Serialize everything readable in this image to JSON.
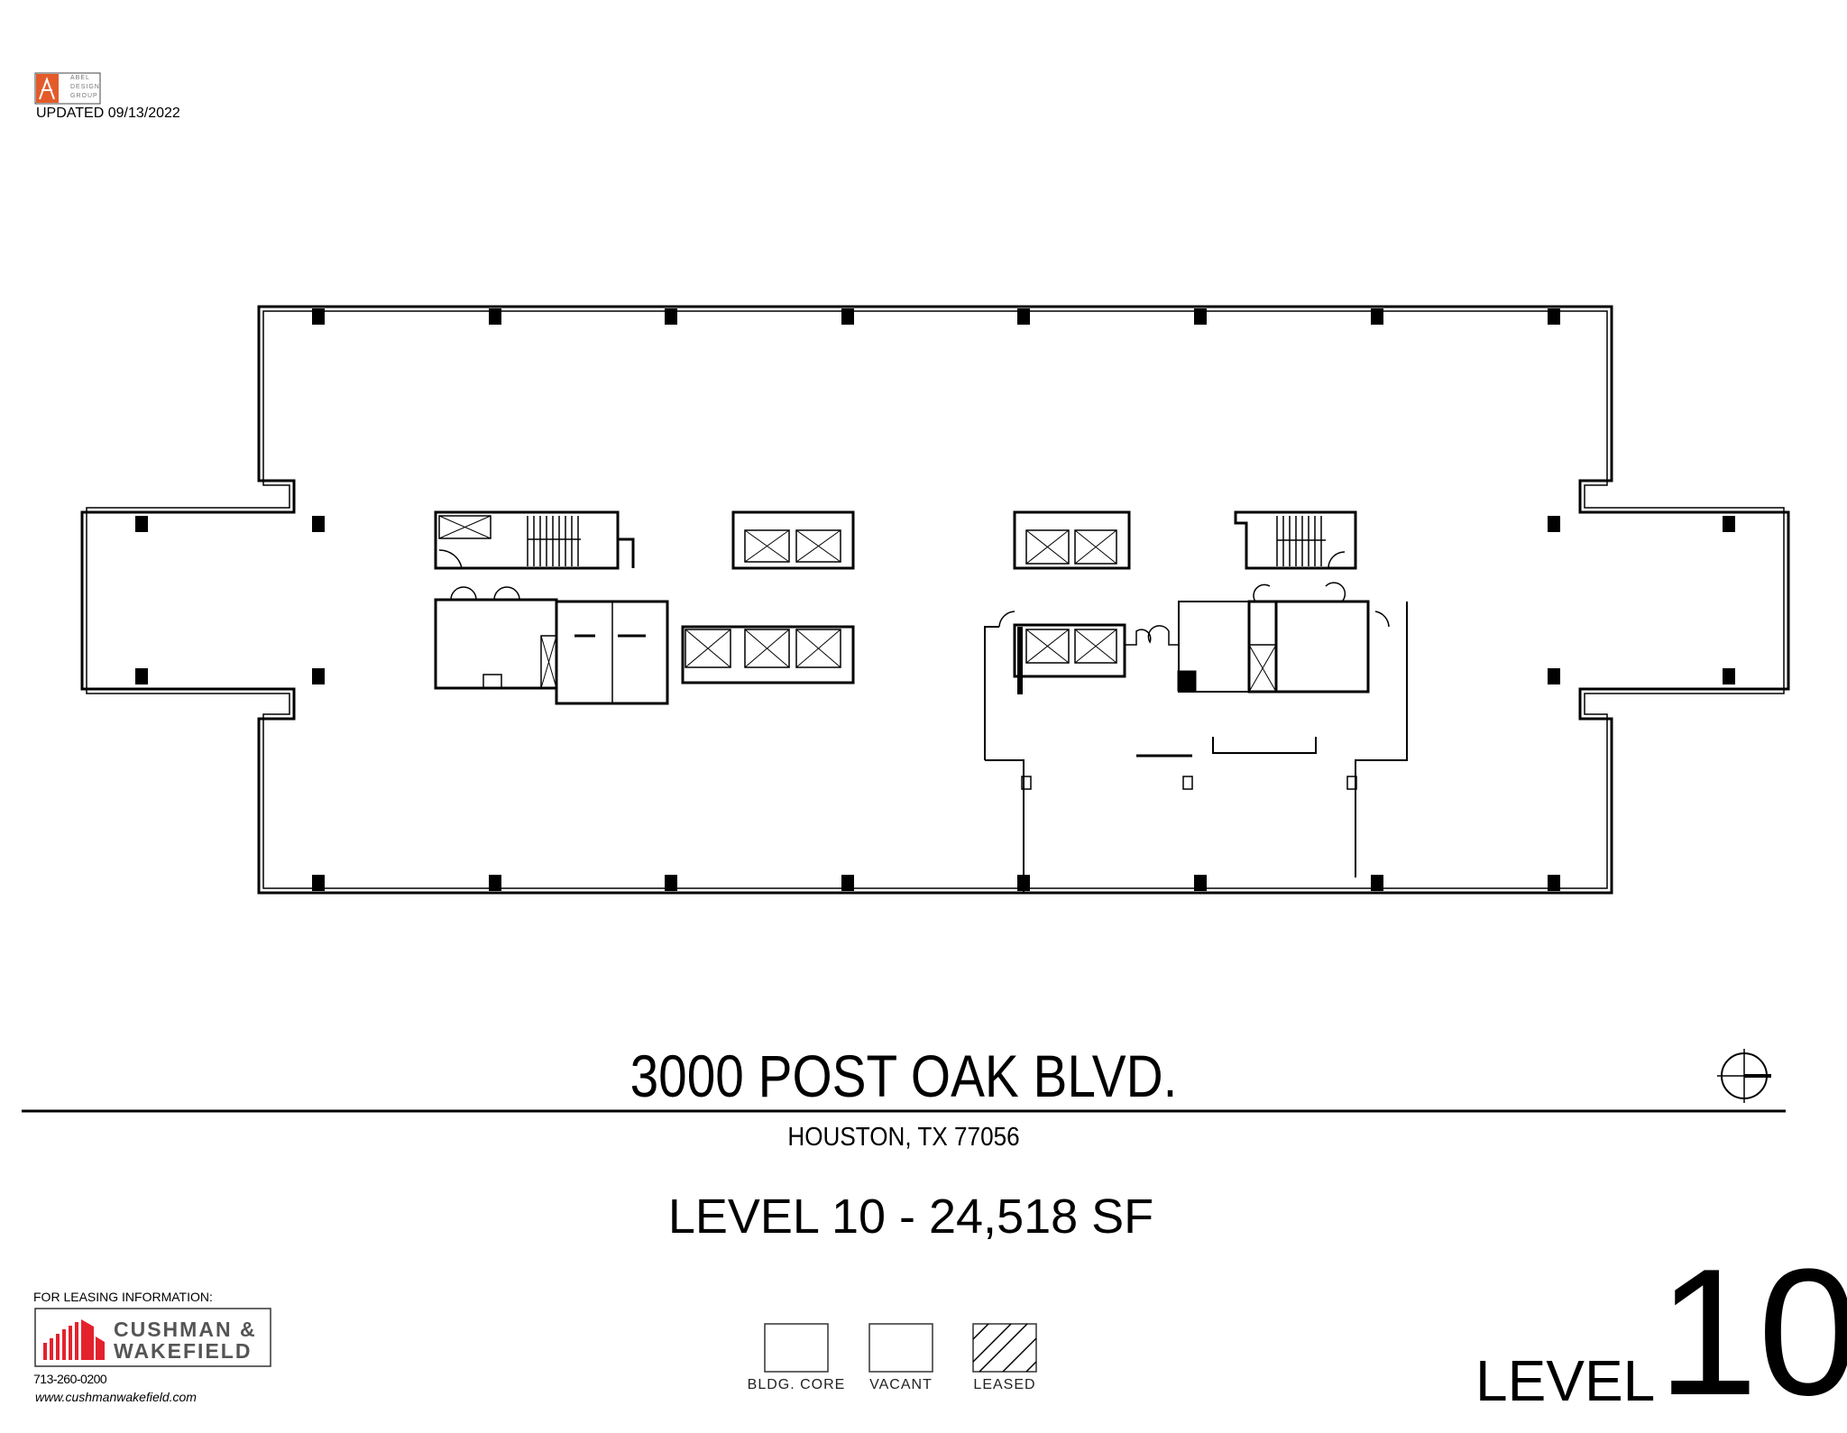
{
  "header": {
    "architect_logo": "ABEL DESIGN GROUP",
    "updated": "UPDATED 09/13/2022"
  },
  "building": {
    "title": "3000 POST OAK BLVD.",
    "city": "HOUSTON, TX 77056",
    "level_area": "LEVEL 10 - 24,518 SF"
  },
  "legend": {
    "items": [
      {
        "label": "BLDG. CORE",
        "pattern": "blank"
      },
      {
        "label": "VACANT",
        "pattern": "blank"
      },
      {
        "label": "LEASED",
        "pattern": "hatched"
      }
    ]
  },
  "leasing": {
    "heading": "FOR LEASING INFORMATION:",
    "brand_line1": "CUSHMAN &",
    "brand_line2": "WAKEFIELD",
    "brand_color": "#e4222c",
    "phone": "713-260-0200",
    "website": "www.cushmanwakefield.com"
  },
  "badge": {
    "word": "LEVEL",
    "number": "10"
  },
  "icons": {
    "compass": "north-arrow-icon"
  },
  "colors": {
    "abel_orange": "#e35b2a"
  }
}
